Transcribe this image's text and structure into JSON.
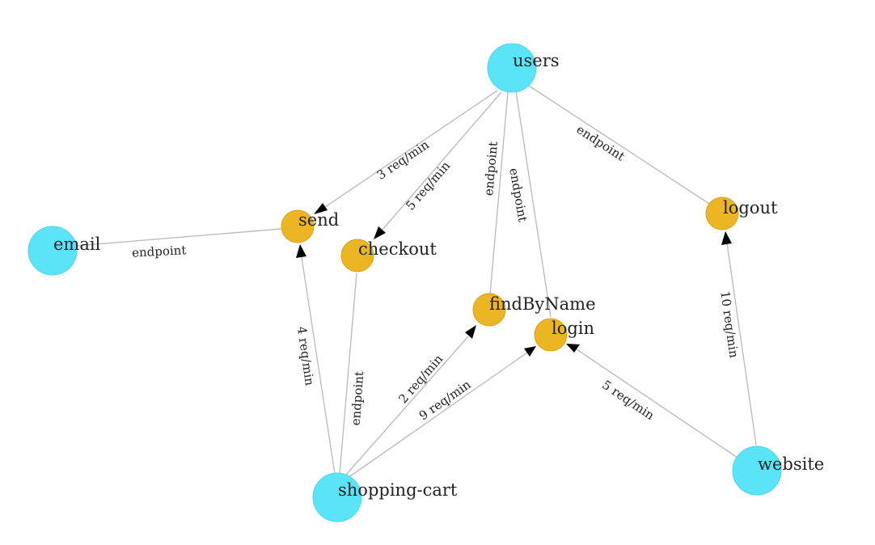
{
  "colors": {
    "service": "#5be3f7",
    "endpoint": "#ebb524",
    "edge": "#bdbdbd",
    "text": "#222222"
  },
  "nodes": {
    "users": {
      "label": "users",
      "kind": "service"
    },
    "email": {
      "label": "email",
      "kind": "service"
    },
    "shopping_cart": {
      "label": "shopping-cart",
      "kind": "service"
    },
    "website": {
      "label": "website",
      "kind": "service"
    },
    "send": {
      "label": "send",
      "kind": "endpoint"
    },
    "checkout": {
      "label": "checkout",
      "kind": "endpoint"
    },
    "findByName": {
      "label": "findByName",
      "kind": "endpoint"
    },
    "login": {
      "label": "login",
      "kind": "endpoint"
    },
    "logout": {
      "label": "logout",
      "kind": "endpoint"
    }
  },
  "edges": {
    "users_send": {
      "from": "users",
      "to": "send",
      "label": "3 req/min",
      "arrow": true
    },
    "users_checkout": {
      "from": "users",
      "to": "checkout",
      "label": "5 req/min",
      "arrow": true
    },
    "users_findByName": {
      "from": "users",
      "to": "findByName",
      "label": "endpoint",
      "arrow": false
    },
    "users_login": {
      "from": "users",
      "to": "login",
      "label": "endpoint",
      "arrow": false
    },
    "users_logout": {
      "from": "users",
      "to": "logout",
      "label": "endpoint",
      "arrow": false
    },
    "email_send": {
      "from": "email",
      "to": "send",
      "label": "endpoint",
      "arrow": false
    },
    "cart_send": {
      "from": "shopping_cart",
      "to": "send",
      "label": "4 req/min",
      "arrow": true
    },
    "cart_checkout": {
      "from": "shopping_cart",
      "to": "checkout",
      "label": "endpoint",
      "arrow": false
    },
    "cart_findByName": {
      "from": "shopping_cart",
      "to": "findByName",
      "label": "2 req/min",
      "arrow": true
    },
    "cart_login": {
      "from": "shopping_cart",
      "to": "login",
      "label": "9 req/min",
      "arrow": true
    },
    "website_login": {
      "from": "website",
      "to": "login",
      "label": "5 req/min",
      "arrow": true
    },
    "website_logout": {
      "from": "website",
      "to": "logout",
      "label": "10 req/min",
      "arrow": true
    }
  }
}
